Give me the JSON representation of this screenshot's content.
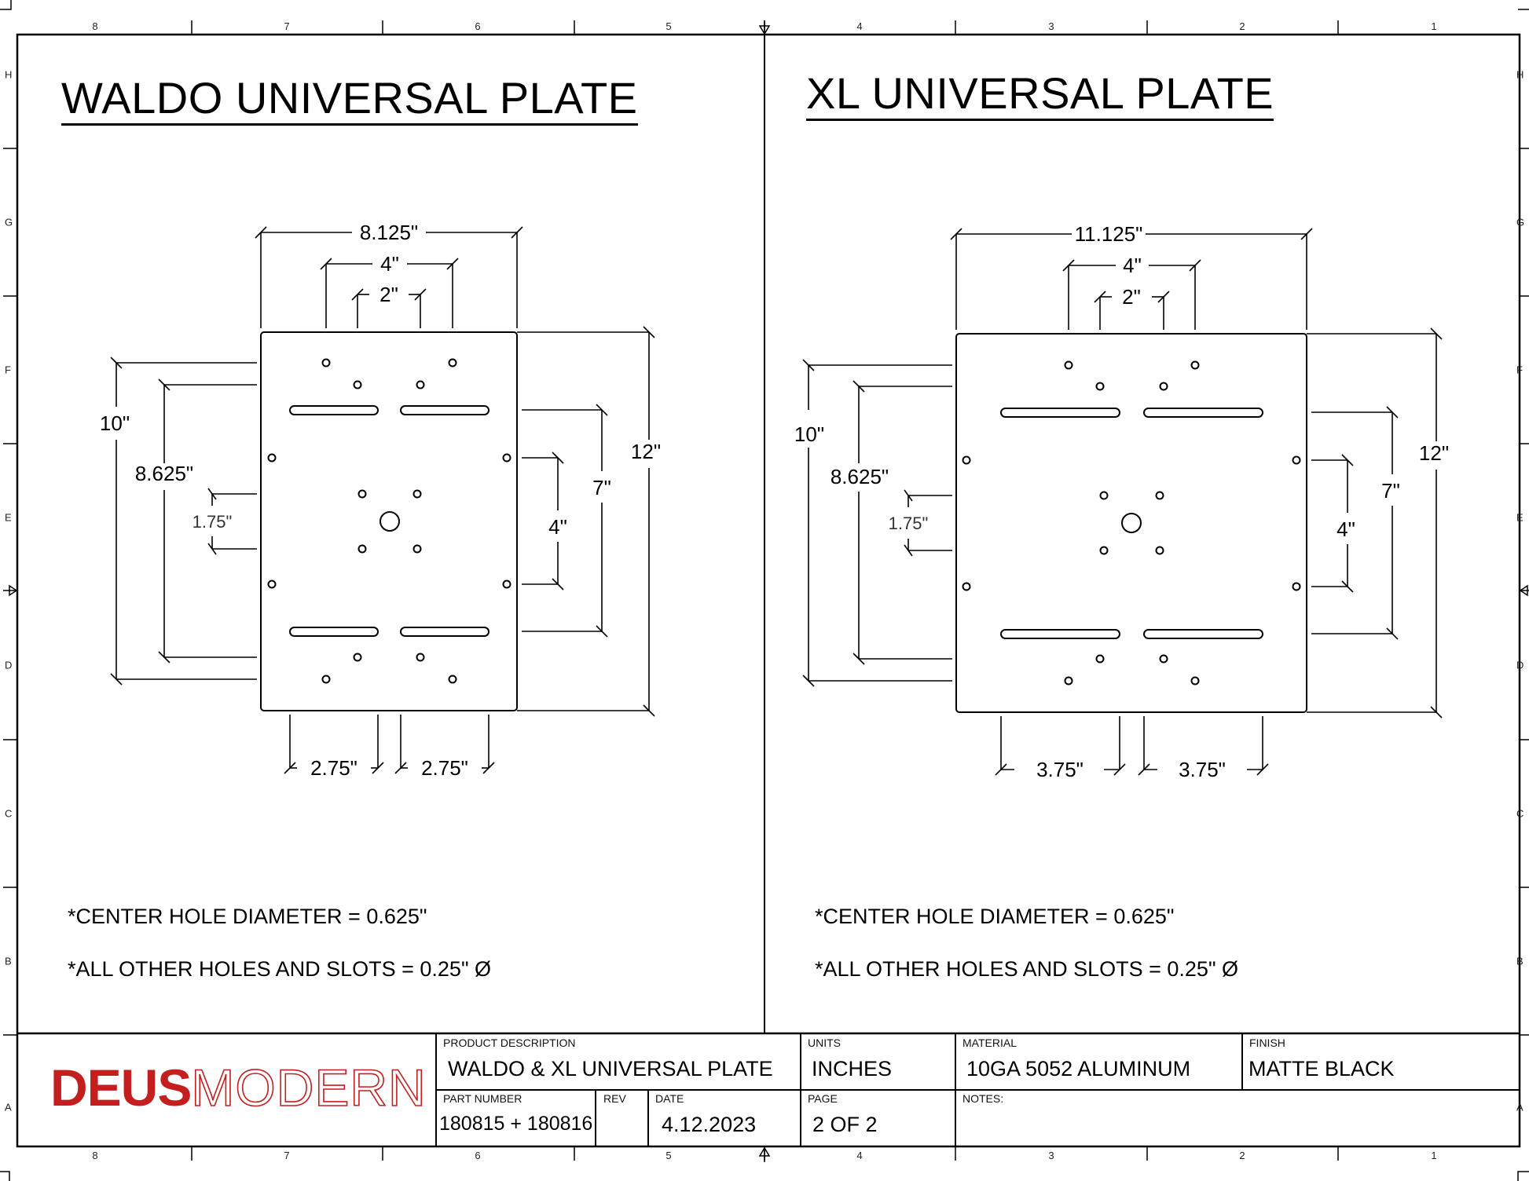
{
  "sheet": {
    "zones_top": [
      "8",
      "7",
      "6",
      "5",
      "4",
      "3",
      "2",
      "1"
    ],
    "zones_side": [
      "H",
      "G",
      "F",
      "E",
      "D",
      "C",
      "B",
      "A"
    ],
    "border_color": "#000000"
  },
  "left_view": {
    "title": "WALDO UNIVERSAL PLATE",
    "dimensions": {
      "overall_width": "8.125\"",
      "hole_spacing_outer": "4\"",
      "hole_spacing_inner": "2\"",
      "left_outer_height": "10\"",
      "left_inner_height": "8.625\"",
      "center_hole_spacing": "1.75\"",
      "right_overall_height": "12\"",
      "right_slot_spacing": "7\"",
      "right_side_hole_spacing": "4\"",
      "slot_length_left": "2.75\"",
      "slot_length_right": "2.75\""
    },
    "notes": [
      "*CENTER HOLE DIAMETER = 0.625\"",
      "*ALL OTHER HOLES AND SLOTS = 0.25\" Ø"
    ]
  },
  "right_view": {
    "title": "XL UNIVERSAL PLATE",
    "dimensions": {
      "overall_width": "11.125\"",
      "hole_spacing_outer": "4\"",
      "hole_spacing_inner": "2\"",
      "left_outer_height": "10\"",
      "left_inner_height": "8.625\"",
      "center_hole_spacing": "1.75\"",
      "right_overall_height": "12\"",
      "right_slot_spacing": "7\"",
      "right_side_hole_spacing": "4\"",
      "slot_length_left": "3.75\"",
      "slot_length_right": "3.75\""
    },
    "notes": [
      "*CENTER HOLE DIAMETER = 0.625\"",
      "*ALL OTHER HOLES AND SLOTS = 0.25\" Ø"
    ]
  },
  "title_block": {
    "logo": {
      "primary": "DEUS",
      "secondary": "MODERN",
      "color": "#c41e1e"
    },
    "product_description": {
      "label": "PRODUCT DESCRIPTION",
      "value": "WALDO & XL UNIVERSAL PLATE"
    },
    "units": {
      "label": "UNITS",
      "value": "INCHES"
    },
    "material": {
      "label": "MATERIAL",
      "value": "10GA 5052 ALUMINUM"
    },
    "finish": {
      "label": "FINISH",
      "value": "MATTE BLACK"
    },
    "part_number": {
      "label": "PART NUMBER",
      "value": "180815 + 180816"
    },
    "rev": {
      "label": "REV",
      "value": ""
    },
    "date": {
      "label": "DATE",
      "value": "4.12.2023"
    },
    "page": {
      "label": "PAGE",
      "value": "2 OF 2"
    },
    "notes": {
      "label": "NOTES:",
      "value": ""
    }
  }
}
